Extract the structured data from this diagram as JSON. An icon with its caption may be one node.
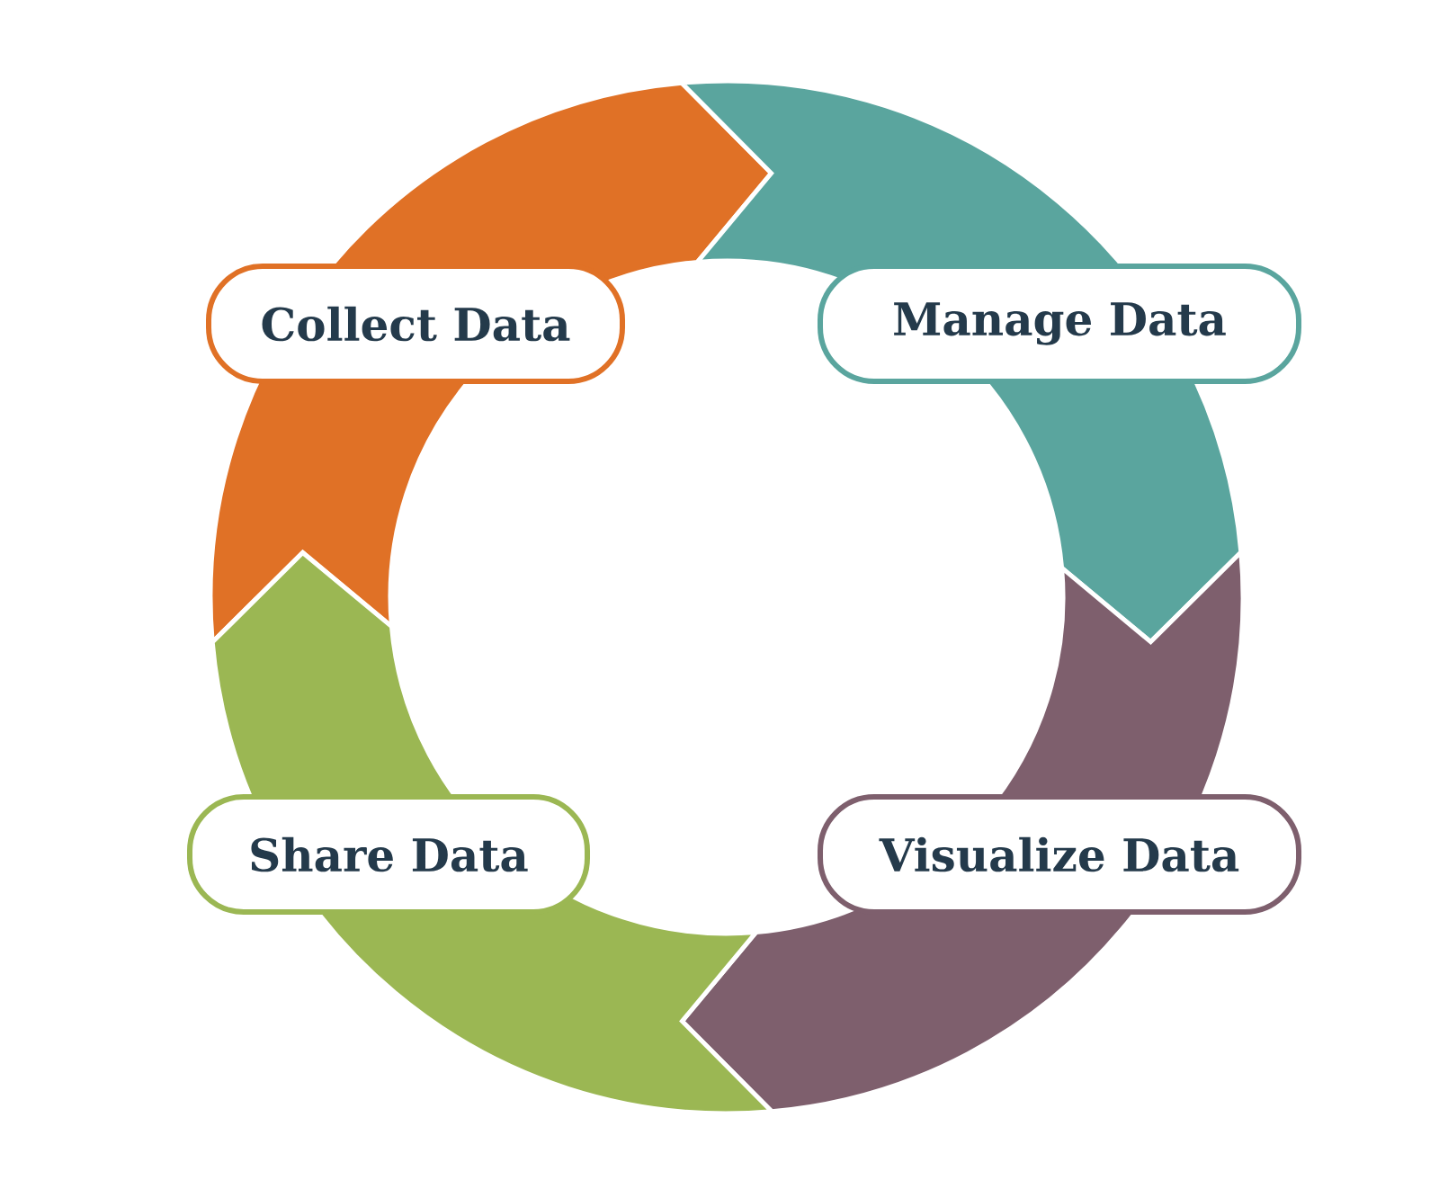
{
  "diagram": {
    "nodes": [
      {
        "text": [
          "Collect Data"
        ]
      },
      {
        "text": [
          "Manage Data"
        ]
      },
      {
        "text": [
          "Visualize Data"
        ]
      },
      {
        "text": [
          "Share Data"
        ]
      }
    ],
    "edges": [
      {
        "from": 0,
        "to": 1,
        "arrow": "to",
        "color": "#e07126"
      },
      {
        "from": 1,
        "to": 2,
        "arrow": "to",
        "color": "#5aa59e"
      },
      {
        "from": 2,
        "to": 3,
        "arrow": "to",
        "color": "#7e5f6d"
      },
      {
        "from": 3,
        "to": 0,
        "arrow": "to",
        "color": "#9bb753"
      }
    ]
  }
}
